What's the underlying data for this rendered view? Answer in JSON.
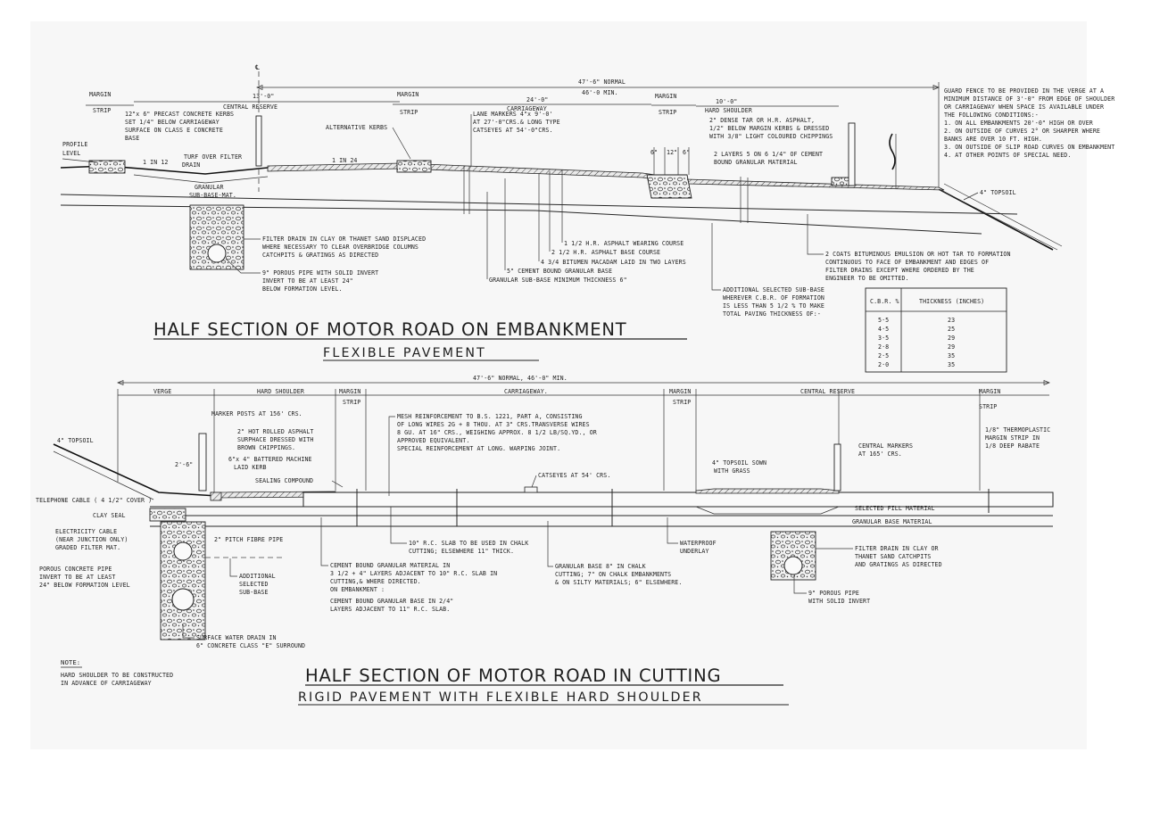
{
  "top": {
    "title": "HALF SECTION OF MOTOR ROAD ON EMBANKMENT",
    "subtitle": "FLEXIBLE PAVEMENT",
    "centreline_symbol": "℄",
    "dims": {
      "overall": "47'-6\" NORMAL",
      "overall_min": "46'-0 MIN.",
      "central_reserve_width": "13'-0\"",
      "carriageway_width": "24'-0\"",
      "hard_shoulder_width": "10'-0\"",
      "kerb_6a": "6\"",
      "kerb_12": "12\"",
      "kerb_6b": "6\""
    },
    "zones": {
      "margin_1": "MARGIN",
      "strip_1": "STRIP",
      "central": "CENTRAL  RESERVE",
      "margin_2": "MARGIN",
      "strip_2": "STRIP",
      "carriageway": "CARRIAGEWAY",
      "margin_3": "MARGIN",
      "strip_3": "STRIP",
      "hard_shoulder": "HARD SHOULDER"
    },
    "labels": {
      "kerbs": [
        "12\"x 6\" PRECAST CONCRETE KERBS",
        "SET 1/4\" BELOW CARRIAGEWAY",
        "SURFACE ON CLASS E  CONCRETE",
        "BASE"
      ],
      "profile": [
        "PROFILE",
        "LEVEL"
      ],
      "turf": [
        "TURF OVER FILTER",
        "DRAIN"
      ],
      "slope1": "1 IN 12",
      "slope2": "1 IN 24",
      "granular": [
        "GRANULAR",
        "SUB-BASE-MAT."
      ],
      "alt_kerbs": "ALTERNATIVE KERBS",
      "lane_markers": [
        "LANE MARKERS  4\"x 9'-0'",
        "AT 27'-0\"CRS.& LONG TYPE",
        "CATSEYES  AT 54'-0\"CRS."
      ],
      "dense_tar": [
        "2\" DENSE TAR OR H.R. ASPHALT,",
        "1/2\" BELOW MARGIN KERBS & DRESSED",
        "WITH 3/8\" LIGHT COLOURED CHIPPINGS"
      ],
      "cement_layers": [
        "2 LAYERS 5 ON 6 1/4\" OF CEMENT",
        "BOUND GRANULAR  MATERIAL"
      ],
      "topsoil": "4\" TOPSOIL",
      "filter_drain": [
        "FILTER DRAIN IN CLAY OR THANET SAND DISPLACED",
        "WHERE NECESSARY TO CLEAR OVERBRIDGE COLUMNS",
        "CATCHPITS & GRATINGS AS DIRECTED"
      ],
      "porous_pipe": [
        "9\" POROUS PIPE WITH SOLID  INVERT",
        "INVERT TO BE AT LEAST  24\"",
        "BELOW FORMATION LEVEL."
      ],
      "wearing": "1 1/2 H.R. ASPHALT WEARING COURSE",
      "base_course": "2 1/2 H.R. ASPHALT BASE COURSE",
      "macadam": "4 3/4 BITUMEN MACADAM LAID IN TWO    LAYERS",
      "cement_bound": "5\" CEMENT  BOUND GRANULAR BASE",
      "granular_min": "GRANULAR SUB-BASE MINIMUM THICKNESS  6\"",
      "bitumen": [
        "2 COATS BITUMINOUS EMULSION OR HOT TAR TO FORMATION",
        "CONTINUOUS TO FACE OF EMBANKMENT AND EDGES OF",
        "FILTER DRAINS EXCEPT WHERE ORDERED BY THE",
        "ENGINEER TO BE OMITTED."
      ],
      "additional": [
        "ADDITIONAL SELECTED SUB-BASE",
        "WHEREVER C.B.R. OF FORMATION",
        "IS LESS THAN 5 1/2 % TO MAKE",
        "TOTAL PAVING THICKNESS OF:-"
      ]
    },
    "guard": [
      "GUARD FENCE TO BE PROVIDED IN THE VERGE AT A",
      "MINIMUM DISTANCE OF 3'-0\" FROM EDGE OF SHOULDER",
      "OR CARRIAGEWAY WHEN SPACE IS AVAILABLE  UNDER",
      "THE FOLLOWING CONDITIONS:-",
      "1. ON ALL EMBANKMENTS 20'-0\" HIGH OR OVER",
      "2. ON OUTSIDE OF CURVES  2° OR  SHARPER WHERE",
      "    BANKS  ARE  OVER  10  FT. HIGH.",
      "3. ON OUTSIDE OF SLIP ROAD CURVES ON EMBANKMENT",
      "4. AT OTHER POINTS  OF  SPECIAL  NEED."
    ],
    "cbr_table": {
      "headers": [
        "C.B.R. %",
        "THICKNESS (INCHES)"
      ],
      "rows": [
        [
          "5·5",
          "23"
        ],
        [
          "4·5",
          "25"
        ],
        [
          "3·5",
          "29"
        ],
        [
          "2·8",
          "29"
        ],
        [
          "2·5",
          "35"
        ],
        [
          "2·0",
          "35"
        ]
      ]
    }
  },
  "bottom": {
    "title": "HALF SECTION OF MOTOR ROAD IN CUTTING",
    "subtitle": "RIGID PAVEMENT WITH FLEXIBLE HARD SHOULDER",
    "dims": {
      "overall": "47'-6\" NORMAL,  46'-0\" MIN.",
      "kerb_offset": "2'-6\""
    },
    "zones": {
      "verge": "VERGE",
      "hard_shoulder": "HARD SHOULDER",
      "margin_1": "MARGIN",
      "strip_1": "STRIP",
      "carriageway": "CARRIAGEWAY.",
      "margin_2": "MARGIN",
      "strip_2": "STRIP",
      "central": "CENTRAL  RESERVE",
      "margin_3": "MARGIN",
      "strip_3": "STRIP"
    },
    "labels": {
      "topsoil": "4\" TOPSOIL",
      "marker_posts": "MARKER POSTS AT 156' CRS.",
      "hot_rolled": [
        "2\" HOT ROLLED  ASPHALT",
        "SURPHACE DRESSED WITH",
        "BROWN CHIPPINGS."
      ],
      "battered": [
        "6\"x 4\" BATTERED MACHINE",
        "LAID KERB"
      ],
      "sealing": "SEALING  COMPOUND",
      "mesh": [
        "MESH REINFORCEMENT TO B.S. 1221, PART A, CONSISTING",
        "OF LONG WIRES 2G + 8 THOU. AT 3\" CRS.TRANSVERSE WIRES",
        "8 GU. AT 16\" CRS., WEIGHING APPROX. 8 1/2 LB/SQ.YD., OR",
        "APPROVED EQUIVALENT.",
        "SPECIAL REINFORCEMENT AT LONG. WARPING JOINT."
      ],
      "catseyes": "CATSEYES AT 54' CRS.",
      "topsoil_sown": [
        "4\" TOPSOIL SOWN",
        "WITH GRASS"
      ],
      "central_markers": [
        "CENTRAL MARKERS",
        "AT 165' CRS."
      ],
      "thermoplastic": [
        "1/8\" THERMOPLASTIC",
        "MARGIN  STRIP  IN",
        "1/8  DEEP RABATE"
      ],
      "telephone": "TELEPHONE CABLE ( 4 1/2\" COVER )",
      "clay_seal": "CLAY SEAL",
      "electricity": "ELECTRICITY CABLE",
      "near_junction": "(NEAR JUNCTION ONLY)",
      "graded": "GRADED FILTER MAT.",
      "fibre": "2\" PITCH FIBRE PIPE",
      "porous": [
        "POROUS CONCRETE PIPE",
        "INVERT TO BE AT LEAST",
        "24\" BELOW FORMATION LEVEL"
      ],
      "additional": [
        "ADDITIONAL",
        "SELECTED",
        "SUB-BASE"
      ],
      "cement_bound": [
        "CEMENT BOUND GRANULAR MATERIAL IN",
        "3 1/2 + 4\" LAYERS ADJACENT TO 10\" R.C. SLAB IN",
        "CUTTING,& WHERE DIRECTED.",
        "ON EMBANKMENT :",
        "CEMENT BOUND GRANULAR BASE IN 2/4\"",
        "LAYERS ADJACENT TO 11\" R.C. SLAB."
      ],
      "slab": [
        "10\" R.C. SLAB TO BE USED IN CHALK",
        "CUTTING; ELSEWHERE 11\" THICK."
      ],
      "granular_base": [
        "GRANULAR BASE 8\" IN CHALK",
        "CUTTING; 7\" ON CHALK EMBANKMENTS",
        "& ON SILTY MATERIALS; 6\" ELSEWHERE."
      ],
      "waterproof": [
        "WATERPROOF",
        "UNDERLAY"
      ],
      "selected_fill": "SELECTED  FILL  MATERIAL",
      "granular_material": "GRANULAR  BASE  MATERIAL",
      "filter": [
        "FILTER  DRAIN  IN  CLAY  OR",
        "THANET  SAND  CATCHPITS",
        "AND GRATINGS AS DIRECTED"
      ],
      "pipe": [
        "9\" POROUS  PIPE",
        "WITH SOLID INVERT"
      ],
      "surface_water": [
        "SURFACE WATER DRAIN IN",
        "6\" CONCRETE  CLASS \"E\" SURROUND"
      ]
    },
    "note_title": "NOTE:",
    "note": [
      "HARD SHOULDER TO BE CONSTRUCTED",
      "IN ADVANCE OF CARRIAGEWAY"
    ]
  }
}
